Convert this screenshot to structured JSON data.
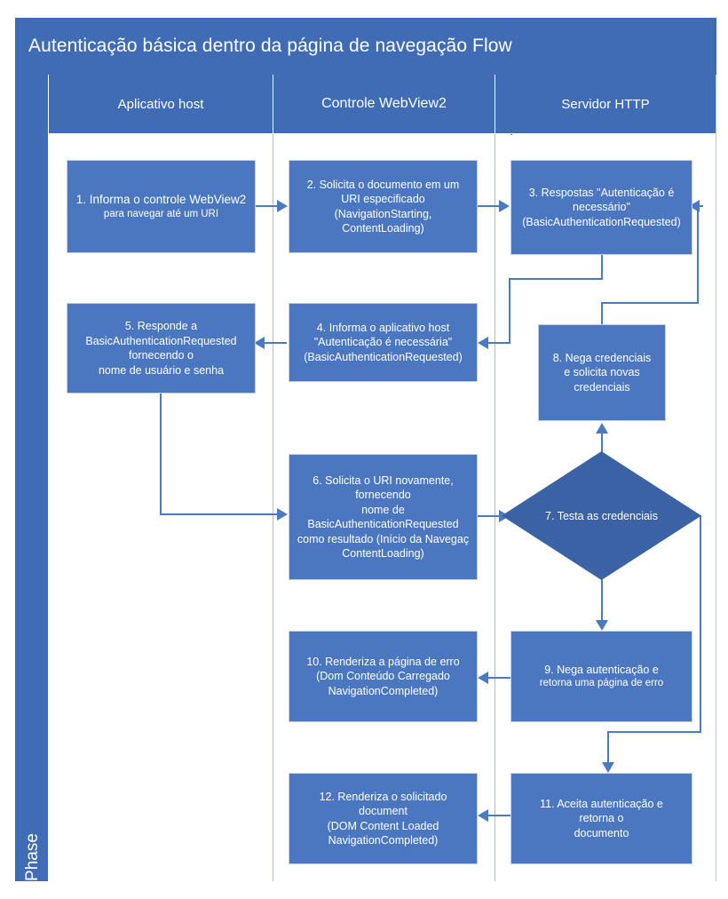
{
  "diagram": {
    "title": "Autenticação básica dentro da página de navegação Flow",
    "phase_label": "Phase",
    "colors": {
      "header_blue": "#3f6cb5",
      "node_blue": "#4a77c0",
      "diamond_blue": "#3a62a4",
      "connector_blue": "#4a7ac0",
      "lane_divider": "#aebdd4",
      "text_white": "#ffffff"
    },
    "lanes": [
      {
        "id": "host",
        "label": "Aplicativo host"
      },
      {
        "id": "webview2",
        "label": "Controle WebView2"
      },
      {
        "id": "http",
        "label": "Servidor HTTP"
      }
    ],
    "nodes": [
      {
        "id": "n1",
        "lane": "host",
        "shape": "process",
        "lines": [
          "1. Informa o controle WebView2",
          "para navegar até um URI"
        ]
      },
      {
        "id": "n2",
        "lane": "webview2",
        "shape": "process",
        "lines": [
          "2. Solicita o documento em um",
          "URI especificado",
          "(NavigationStarting,",
          "ContentLoading)"
        ]
      },
      {
        "id": "n3",
        "lane": "http",
        "shape": "process",
        "lines": [
          "3. Respostas \"Autenticação é",
          "necessário\"",
          "(BasicAuthenticationRequested)"
        ]
      },
      {
        "id": "n4",
        "lane": "webview2",
        "shape": "process",
        "lines": [
          "4. Informa o aplicativo host",
          "\"Autenticação é necessária\"",
          "(BasicAuthenticationRequested)"
        ]
      },
      {
        "id": "n5",
        "lane": "host",
        "shape": "process",
        "lines": [
          "5. Responde a",
          "BasicAuthenticationRequested",
          "fornecendo o",
          "nome de usuário e senha"
        ]
      },
      {
        "id": "n6",
        "lane": "webview2",
        "shape": "process",
        "lines": [
          "6. Solicita o URI novamente,",
          "fornecendo",
          "nome de",
          "BasicAuthenticationRequested",
          "como resultado (Início da Navegaç",
          "ContentLoading)"
        ]
      },
      {
        "id": "n7",
        "lane": "http",
        "shape": "decision",
        "lines": [
          "7. Testa as credenciais"
        ]
      },
      {
        "id": "n8",
        "lane": "http",
        "shape": "process",
        "lines": [
          "8. Nega credenciais",
          "e solicita novas",
          "credenciais"
        ]
      },
      {
        "id": "n9",
        "lane": "http",
        "shape": "process",
        "lines": [
          "9. Nega autenticação e",
          "retorna uma página de erro"
        ]
      },
      {
        "id": "n10",
        "lane": "webview2",
        "shape": "process",
        "lines": [
          "10. Renderiza a página de erro",
          "(Dom Conteúdo Carregado",
          "NavigationCompleted)"
        ]
      },
      {
        "id": "n11",
        "lane": "http",
        "shape": "process",
        "lines": [
          "11. Aceita autenticação e",
          "retorna o",
          "documento"
        ]
      },
      {
        "id": "n12",
        "lane": "webview2",
        "shape": "process",
        "lines": [
          "12. Renderiza o solicitado",
          "document",
          "(DOM Content Loaded",
          "NavigationCompleted)"
        ]
      }
    ],
    "edges": [
      {
        "from": "n1",
        "to": "n2",
        "direction": "right"
      },
      {
        "from": "n2",
        "to": "n3",
        "direction": "right"
      },
      {
        "from": "n3",
        "to": "n4",
        "direction": "left"
      },
      {
        "from": "n4",
        "to": "n5",
        "direction": "left"
      },
      {
        "from": "n5",
        "to": "n6",
        "direction": "down-right"
      },
      {
        "from": "n6",
        "to": "n7",
        "direction": "right"
      },
      {
        "from": "n7",
        "to": "n8",
        "direction": "up"
      },
      {
        "from": "n8",
        "to": "n3",
        "direction": "up-right-loop"
      },
      {
        "from": "n7",
        "to": "n9",
        "direction": "down"
      },
      {
        "from": "n9",
        "to": "n10",
        "direction": "left"
      },
      {
        "from": "n7",
        "to": "n11",
        "direction": "right-down"
      },
      {
        "from": "n11",
        "to": "n12",
        "direction": "left"
      }
    ]
  }
}
